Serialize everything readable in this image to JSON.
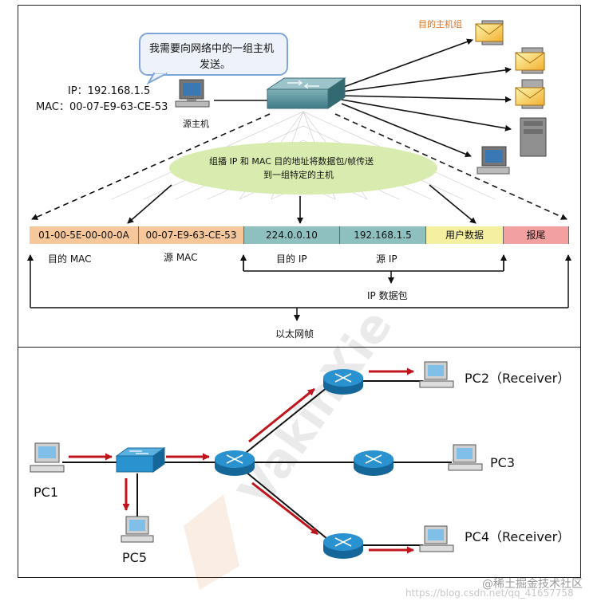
{
  "top": {
    "group_label": "目的主机组",
    "bubble_line1": "我需要向网络中的一组主机",
    "bubble_line2": "发送。",
    "ip_line": "IP：192.168.1.5",
    "mac_line": "MAC：00-07-E9-63-CE-53",
    "source_host_label": "源主机",
    "ellipse_line1": "组播 IP 和 MAC 目的地址将数据包/帧传送",
    "ellipse_line2": "到一组特定的主机",
    "frame_fields": [
      {
        "text": "01-00-5E-00-00-0A",
        "color": "#f6c79a"
      },
      {
        "text": "00-07-E9-63-CE-53",
        "color": "#f6c79a"
      },
      {
        "text": "224.0.0.10",
        "color": "#8fc0c0"
      },
      {
        "text": "192.168.1.5",
        "color": "#8fc0c0"
      },
      {
        "text": "用户数据",
        "color": "#f5f0a0"
      },
      {
        "text": "报尾",
        "color": "#f2a0a0"
      }
    ],
    "dest_mac_label": "目的 MAC",
    "src_mac_label": "源 MAC",
    "dest_ip_label": "目的 IP",
    "src_ip_label": "源 IP",
    "ip_packet_label": "IP 数据包",
    "ethernet_frame_label": "以太网帧"
  },
  "bottom": {
    "pc1": "PC1",
    "pc2": "PC2（Receiver）",
    "pc3": "PC3",
    "pc4": "PC4（Receiver）",
    "pc5": "PC5",
    "watermark": "VakinXie"
  },
  "footer": {
    "site_watermark": "@稀土掘金技术社区",
    "url_watermark": "https://blog.csdn.net/qq_41657758"
  },
  "colors": {
    "arrow_red": "#c0141c",
    "router_blue": "#1f8fc8",
    "ellipse_green": "#d8ecb0"
  }
}
